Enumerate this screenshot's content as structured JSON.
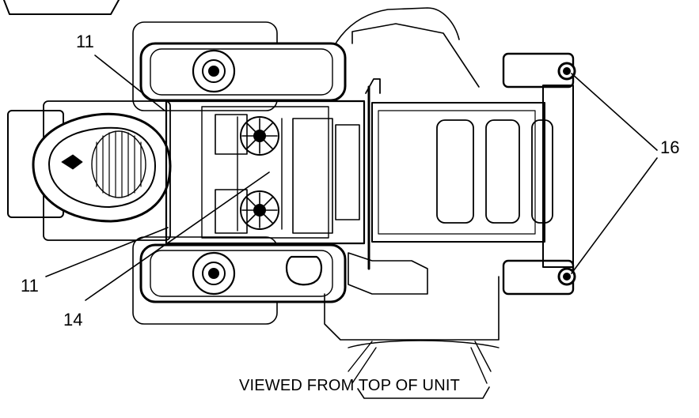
{
  "diagram": {
    "callouts": {
      "top_left": "11",
      "bottom_left": "11",
      "bottom_center": "14",
      "right": "16"
    },
    "caption": "VIEWED FROM TOP OF UNIT"
  }
}
